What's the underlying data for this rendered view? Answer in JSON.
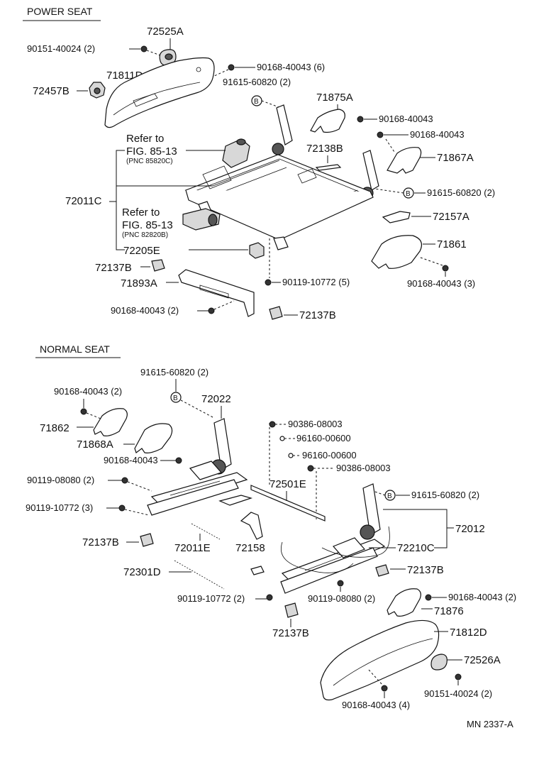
{
  "power_seat": {
    "title": "POWER SEAT",
    "refs": {
      "refer_to_1": "Refer to",
      "fig_1": "FIG. 85-13",
      "pnc_1": "(PNC 85820C)",
      "refer_to_2": "Refer to",
      "fig_2": "FIG. 85-13",
      "pnc_2": "(PNC 82820B)"
    },
    "labels": {
      "p72525A": "72525A",
      "p90151_40024": "90151-40024 (2)",
      "p71811D": "71811D",
      "p72457B": "72457B",
      "p90168_40043_6": "90168-40043 (6)",
      "p91615_60820_2a": "91615-60820 (2)",
      "p71875A": "71875A",
      "p90168_40043_a": "90168-40043",
      "p90168_40043_b": "90168-40043",
      "p72138B": "72138B",
      "p71867A": "71867A",
      "p72011C": "72011C",
      "p91615_60820_2b": "91615-60820 (2)",
      "p72157A": "72157A",
      "p72205E": "72205E",
      "p71861": "71861",
      "p72137B_a": "72137B",
      "p71893A": "71893A",
      "p90119_10772_5": "90119-10772 (5)",
      "p90168_40043_3": "90168-40043 (3)",
      "p90168_40043_2": "90168-40043 (2)",
      "p72137B_b": "72137B"
    },
    "marker": "B"
  },
  "normal_seat": {
    "title": "NORMAL SEAT",
    "labels": {
      "p91615_60820_2a": "91615-60820 (2)",
      "p90168_40043_2": "90168-40043 (2)",
      "p72022": "72022",
      "p71862": "71862",
      "p71868A": "71868A",
      "p90168_40043": "90168-40043",
      "p90119_08080_2a": "90119-08080 (2)",
      "p90119_10772_3": "90119-10772 (3)",
      "p72137B_a": "72137B",
      "p72011E": "72011E",
      "p72158": "72158",
      "p72301D": "72301D",
      "p90119_10772_2": "90119-10772 (2)",
      "p72137B_c": "72137B",
      "p90386_08003_a": "90386-08003",
      "p96160_00600_a": "96160-00600",
      "p96160_00600_b": "96160-00600",
      "p90386_08003_b": "90386-08003",
      "p72501E": "72501E",
      "p91615_60820_2b": "91615-60820 (2)",
      "p72012": "72012",
      "p72210C": "72210C",
      "p72137B_b": "72137B",
      "p90119_08080_2b": "90119-08080 (2)",
      "p90168_40043_2b": "90168-40043 (2)",
      "p71876": "71876",
      "p71812D": "71812D",
      "p72526A": "72526A",
      "p90151_40024_2": "90151-40024 (2)",
      "p90168_40043_4": "90168-40043 (4)"
    },
    "marker": "B"
  },
  "footer": {
    "code": "MN  2337-A"
  }
}
